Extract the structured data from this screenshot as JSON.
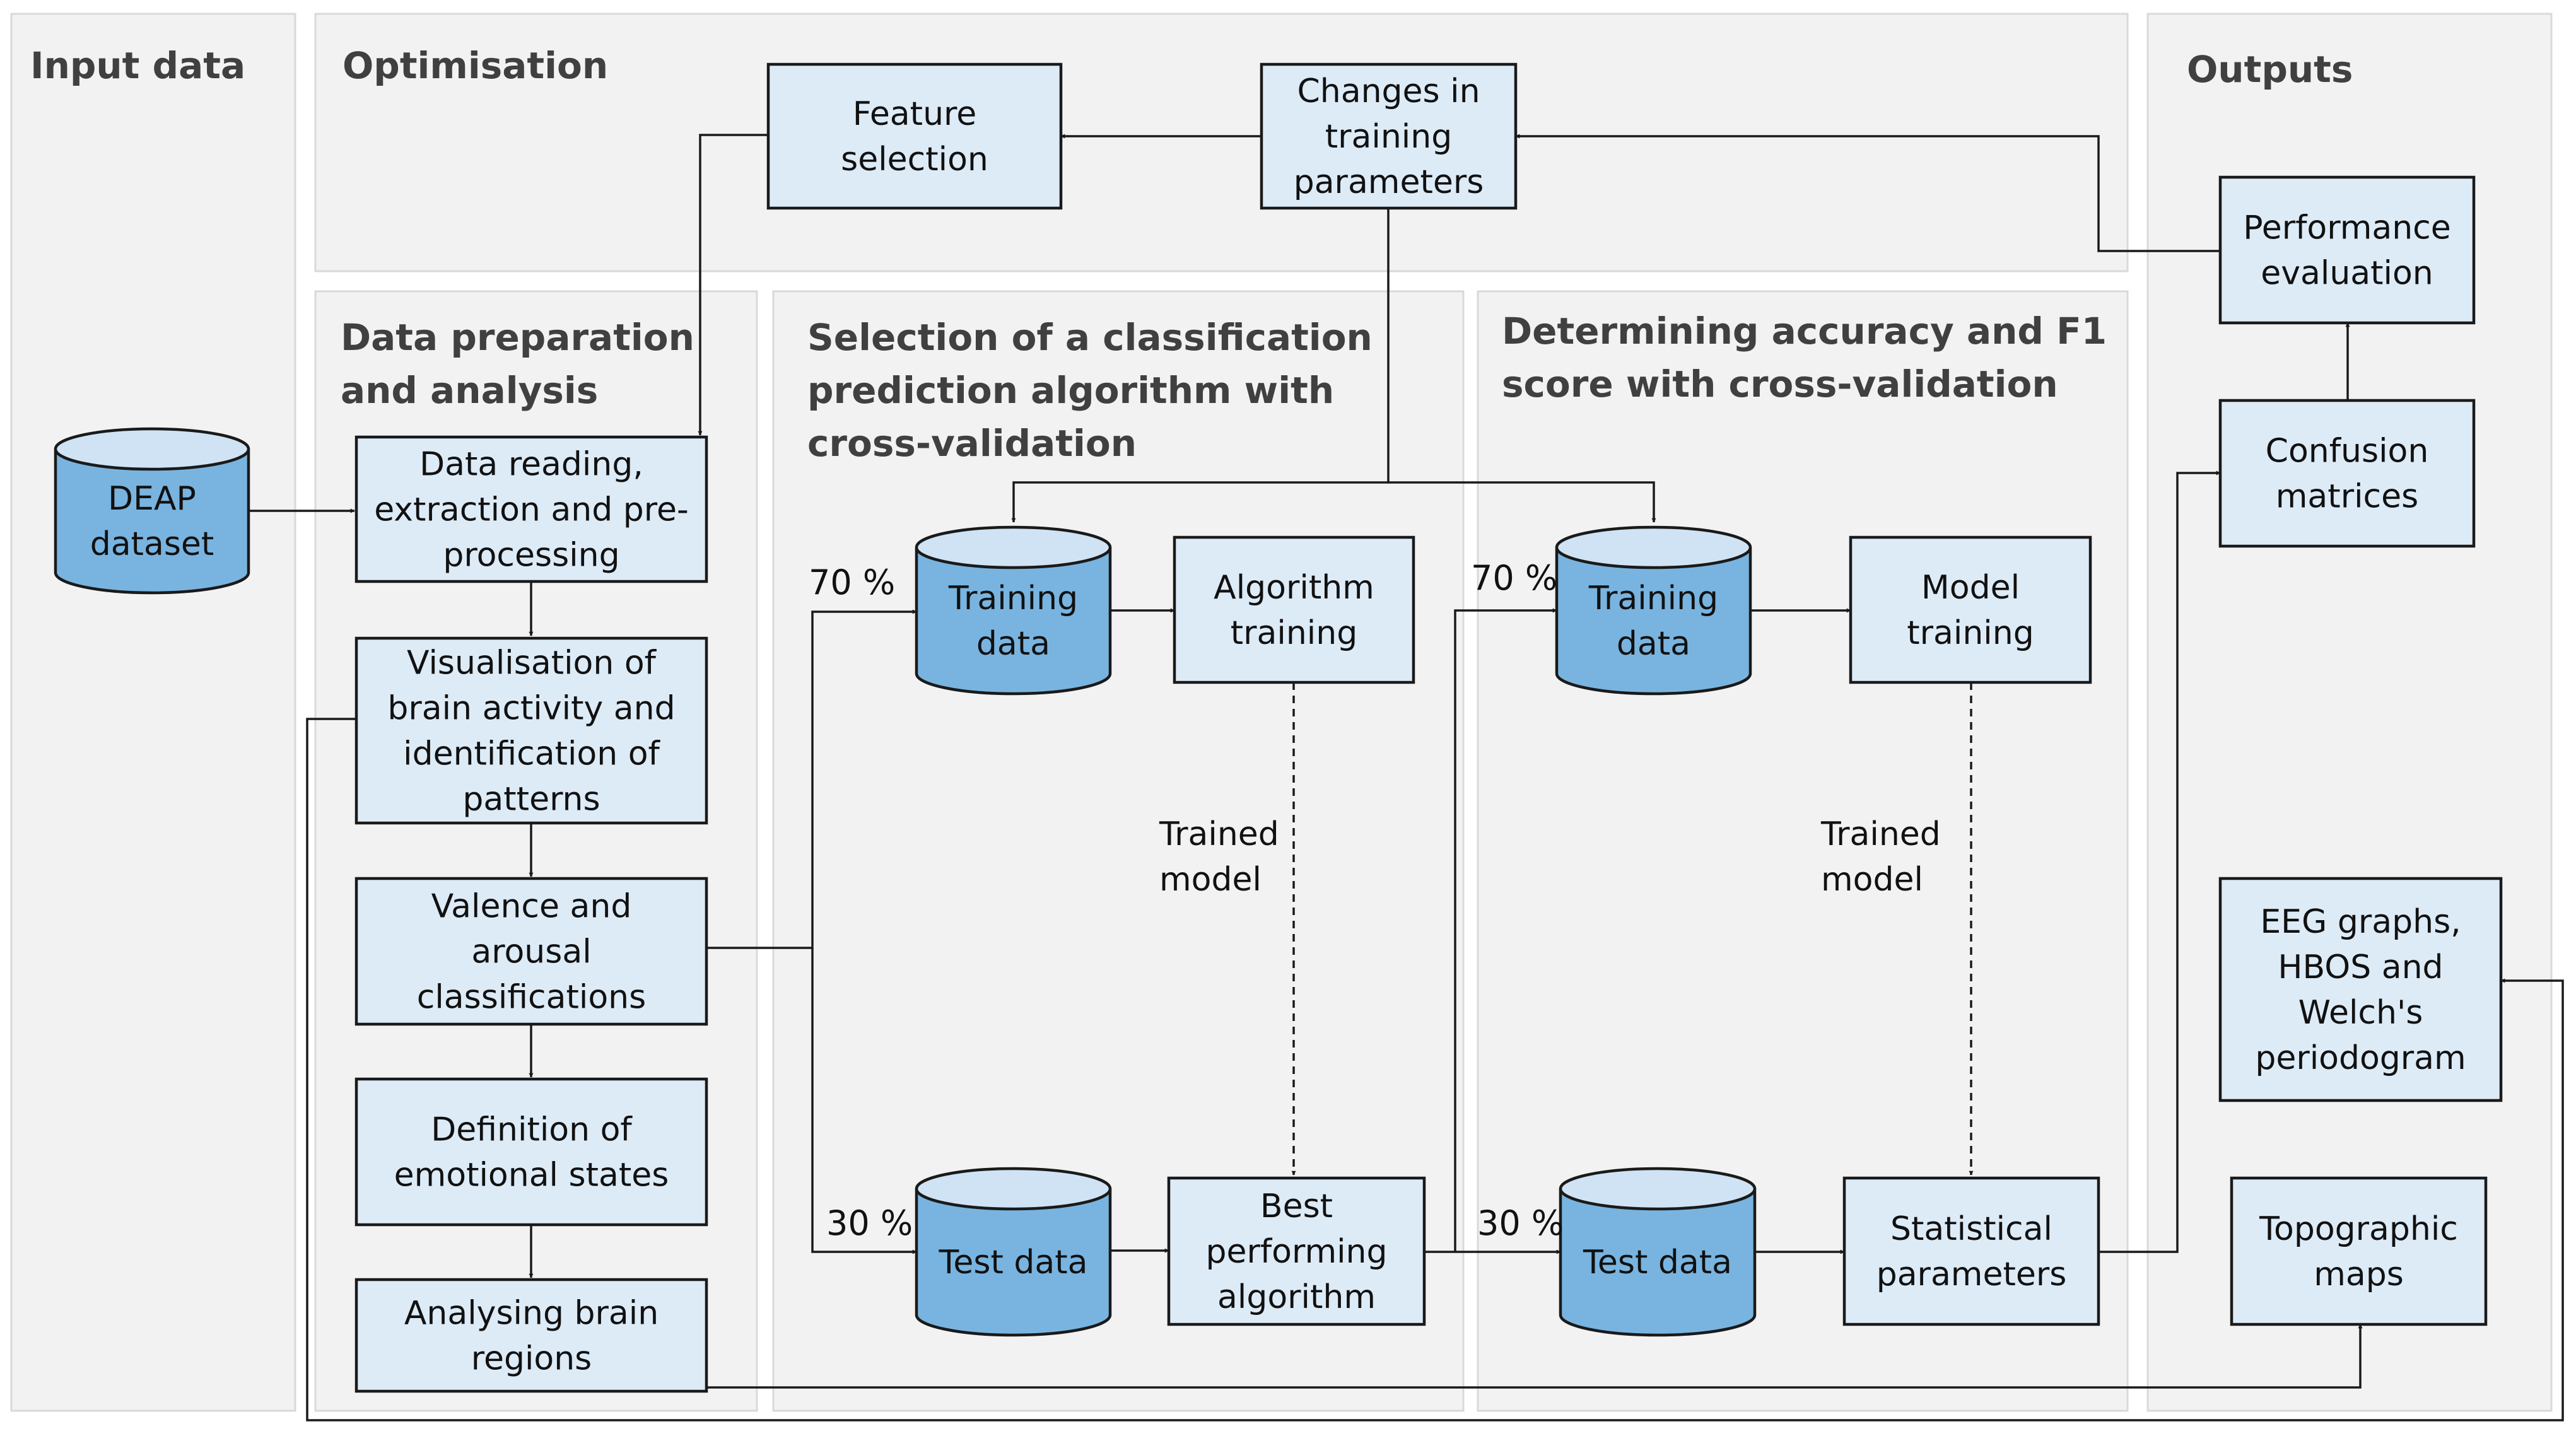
{
  "sections": {
    "input": "Input data",
    "optimisation": "Optimisation",
    "outputs": "Outputs",
    "data_prep": [
      "Data preparation",
      "and analysis"
    ],
    "selection": [
      "Selection of a classification",
      "prediction algorithm with",
      "cross-validation"
    ],
    "accuracy": [
      "Determining accuracy and F1",
      "score with cross-validation"
    ]
  },
  "nodes": {
    "deap": [
      "DEAP",
      "dataset"
    ],
    "feature_selection": [
      "Feature",
      "selection"
    ],
    "changes": [
      "Changes in",
      "training",
      "parameters"
    ],
    "data_reading": [
      "Data reading,",
      "extraction and pre-",
      "processing"
    ],
    "visualisation": [
      "Visualisation of",
      "brain activity and",
      "identification of",
      "patterns"
    ],
    "valence": [
      "Valence and",
      "arousal",
      "classifications"
    ],
    "definition": [
      "Definition of",
      "emotional states"
    ],
    "analysing": [
      "Analysing brain",
      "regions"
    ],
    "training_data_1": [
      "Training",
      "data"
    ],
    "algorithm_training": [
      "Algorithm",
      "training"
    ],
    "test_data_1": [
      "Test data"
    ],
    "best_algorithm": [
      "Best",
      "performing",
      "algorithm"
    ],
    "training_data_2": [
      "Training",
      "data"
    ],
    "model_training": [
      "Model",
      "training"
    ],
    "test_data_2": [
      "Test data"
    ],
    "statistical": [
      "Statistical",
      "parameters"
    ],
    "performance": [
      "Performance",
      "evaluation"
    ],
    "confusion": [
      "Confusion",
      "matrices"
    ],
    "eeg": [
      "EEG graphs,",
      "HBOS and",
      "Welch's",
      "periodogram"
    ],
    "topographic": [
      "Topographic",
      "maps"
    ]
  },
  "edge_labels": {
    "trained_model_1": [
      "Trained",
      "model"
    ],
    "trained_model_2": [
      "Trained",
      "model"
    ],
    "pct70_1": "70 %",
    "pct30_1": "30 %",
    "pct70_2": "70 %",
    "pct30_2": "30 %"
  }
}
